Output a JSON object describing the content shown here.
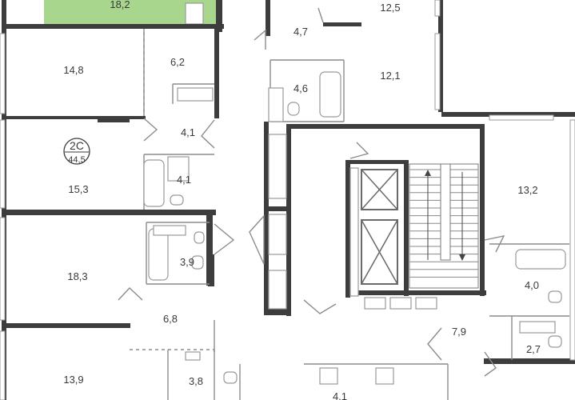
{
  "highlight_color": "#a8d68c",
  "wall_color": "#3d3d3d",
  "apartment": {
    "type": "2С",
    "area": "44,5"
  },
  "rooms": [
    {
      "id": "top-highlight",
      "label": "18,2"
    },
    {
      "id": "top-right-a",
      "label": "12,5"
    },
    {
      "id": "hall-top",
      "label": "4,7"
    },
    {
      "id": "living-a",
      "label": "14,8"
    },
    {
      "id": "kitchen-a",
      "label": "6,2"
    },
    {
      "id": "bath-top",
      "label": "4,6"
    },
    {
      "id": "bedroom-top",
      "label": "12,1"
    },
    {
      "id": "hall-a",
      "label": "4,1"
    },
    {
      "id": "bath-a",
      "label": "4,1"
    },
    {
      "id": "bedroom-a",
      "label": "15,3"
    },
    {
      "id": "room-right",
      "label": "13,2"
    },
    {
      "id": "bedroom-b",
      "label": "18,3"
    },
    {
      "id": "bath-b",
      "label": "3,9"
    },
    {
      "id": "bath-right",
      "label": "4,0"
    },
    {
      "id": "hall-b",
      "label": "6,8"
    },
    {
      "id": "hall-right",
      "label": "7,9"
    },
    {
      "id": "wc-right",
      "label": "2,7"
    },
    {
      "id": "bedroom-c",
      "label": "13,9"
    },
    {
      "id": "bath-c",
      "label": "3,8"
    },
    {
      "id": "bath-bottom",
      "label": "4,1"
    }
  ]
}
